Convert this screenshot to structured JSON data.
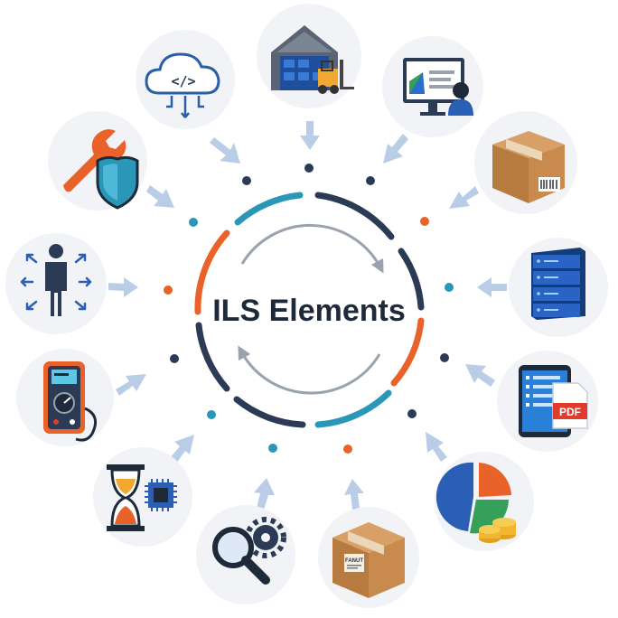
{
  "center": {
    "title": "ILS Elements"
  },
  "colors": {
    "navy": "#2b3a55",
    "teal": "#2a97b8",
    "orange": "#e8622a",
    "arrow": "#b9cde6",
    "circle_fill": "#f1f3f6",
    "inner_arrow": "#9aa3ad"
  },
  "elements": [
    {
      "icon": "cloud-code-icon"
    },
    {
      "icon": "warehouse-forklift-icon"
    },
    {
      "icon": "computer-training-icon"
    },
    {
      "icon": "package-box-icon"
    },
    {
      "icon": "server-rack-icon"
    },
    {
      "icon": "tablet-pdf-icon",
      "badge": "PDF"
    },
    {
      "icon": "pie-chart-coins-icon"
    },
    {
      "icon": "box-label-icon",
      "badge": "FANUT"
    },
    {
      "icon": "magnifier-gear-icon"
    },
    {
      "icon": "hourglass-chip-icon"
    },
    {
      "icon": "multimeter-icon"
    },
    {
      "icon": "person-arrows-icon"
    },
    {
      "icon": "wrench-shield-icon"
    }
  ]
}
